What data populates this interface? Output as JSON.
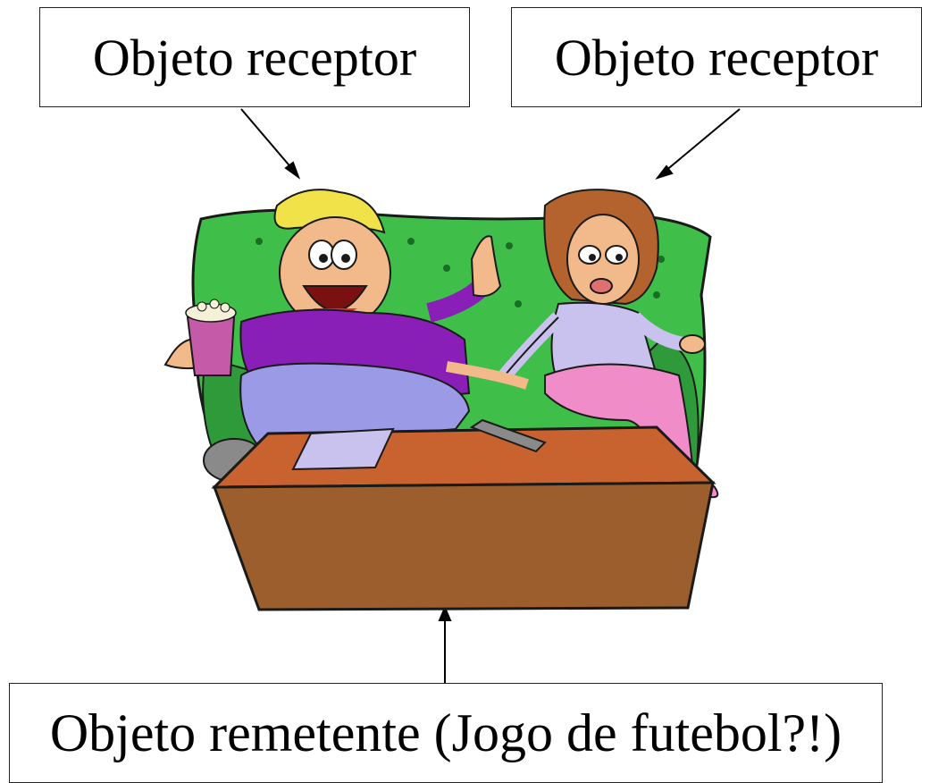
{
  "labels": {
    "receiver_left": "Objeto receptor",
    "receiver_right": "Objeto receptor",
    "sender": "Objeto remetente (Jogo de futebol?!)"
  },
  "colors": {
    "sofa": "#3fbf4a",
    "sofa_dark": "#2f9a3a",
    "table_top": "#c8622e",
    "table_front": "#9b5e2c",
    "man_shirt": "#8a1fb8",
    "man_pants": "#9a9ae6",
    "man_hair": "#f2e24a",
    "skin": "#f2b98a",
    "woman_shirt": "#c9c2ee",
    "woman_pants": "#f08cc8",
    "woman_hair": "#b4622e",
    "popcorn_cup": "#c45aa8"
  },
  "icons": [
    "sofa-illustration",
    "man-figure",
    "woman-figure",
    "coffee-table",
    "remote-control",
    "magazine",
    "popcorn-cup"
  ]
}
